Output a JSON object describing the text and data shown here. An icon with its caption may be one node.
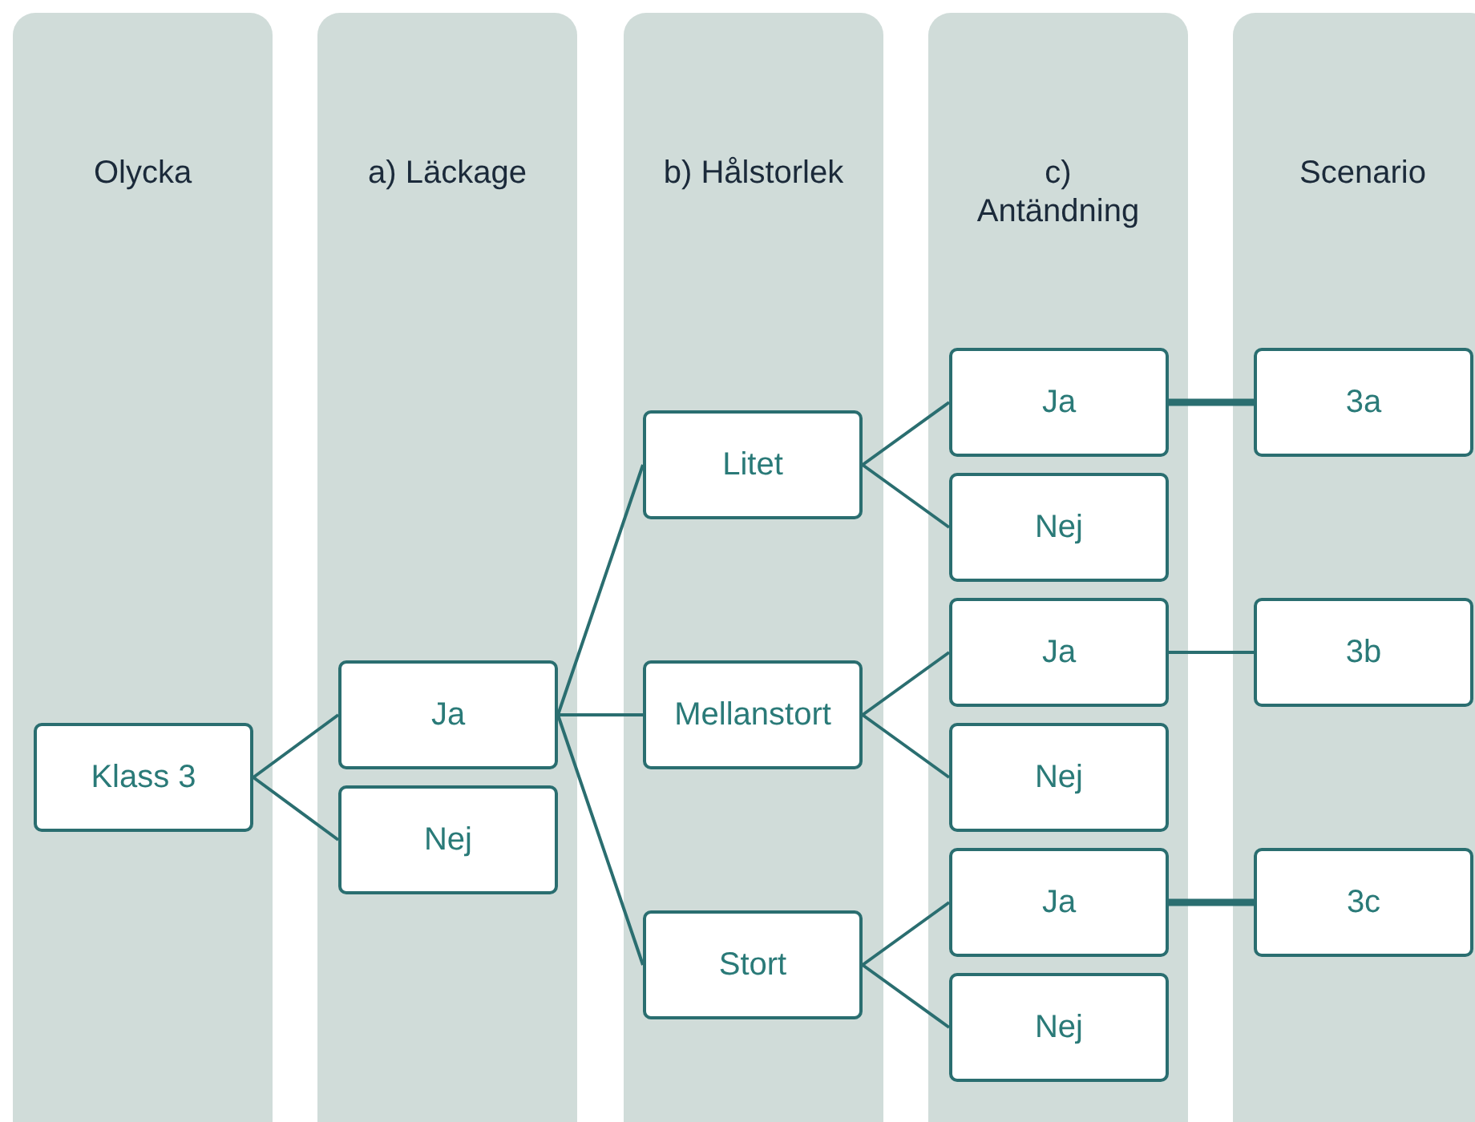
{
  "diagram": {
    "nodes": [
      {
        "text": [
          "Olycka"
        ]
      },
      {
        "text": [
          "Klass 3"
        ],
        "in": 0
      },
      {
        "text": [
          "a) Läckage"
        ]
      },
      {
        "text": [
          "Ja"
        ],
        "in": 2
      },
      {
        "text": [
          "Nej"
        ],
        "in": 2
      },
      {
        "text": [
          "b) Hålstorlek"
        ]
      },
      {
        "text": [
          "Litet"
        ],
        "in": 5
      },
      {
        "text": [
          "Mellanstort"
        ],
        "in": 5
      },
      {
        "text": [
          "Stort"
        ],
        "in": 5
      },
      {
        "text": [
          "c) Antändning"
        ]
      },
      {
        "text": [
          "Ja"
        ],
        "in": 9
      },
      {
        "text": [
          "Nej"
        ],
        "in": 9
      },
      {
        "text": [
          "Ja"
        ],
        "in": 9
      },
      {
        "text": [
          "Nej"
        ],
        "in": 9
      },
      {
        "text": [
          "Ja"
        ],
        "in": 9
      },
      {
        "text": [
          "Nej"
        ],
        "in": 9
      },
      {
        "text": [
          "Scenario"
        ]
      },
      {
        "text": [
          "3a"
        ],
        "in": 16
      },
      {
        "text": [
          "3b"
        ],
        "in": 16
      },
      {
        "text": [
          "3c"
        ],
        "in": 16
      }
    ],
    "edges": [
      {
        "from": 1,
        "to": 3,
        "arrow": "none"
      },
      {
        "from": 1,
        "to": 4,
        "arrow": "none"
      },
      {
        "from": 3,
        "to": 6,
        "arrow": "none"
      },
      {
        "from": 3,
        "to": 7,
        "arrow": "none"
      },
      {
        "from": 3,
        "to": 8,
        "arrow": "none"
      },
      {
        "from": 6,
        "to": 10,
        "arrow": "none"
      },
      {
        "from": 6,
        "to": 11,
        "arrow": "none"
      },
      {
        "from": 7,
        "to": 12,
        "arrow": "none"
      },
      {
        "from": 7,
        "to": 13,
        "arrow": "none"
      },
      {
        "from": 8,
        "to": 14,
        "arrow": "none"
      },
      {
        "from": 8,
        "to": 15,
        "arrow": "none"
      },
      {
        "from": 10,
        "to": 17,
        "arrow": "none",
        "style": "thick"
      },
      {
        "from": 12,
        "to": 18,
        "arrow": "none"
      },
      {
        "from": 14,
        "to": 19,
        "arrow": "none",
        "style": "thick"
      }
    ]
  }
}
